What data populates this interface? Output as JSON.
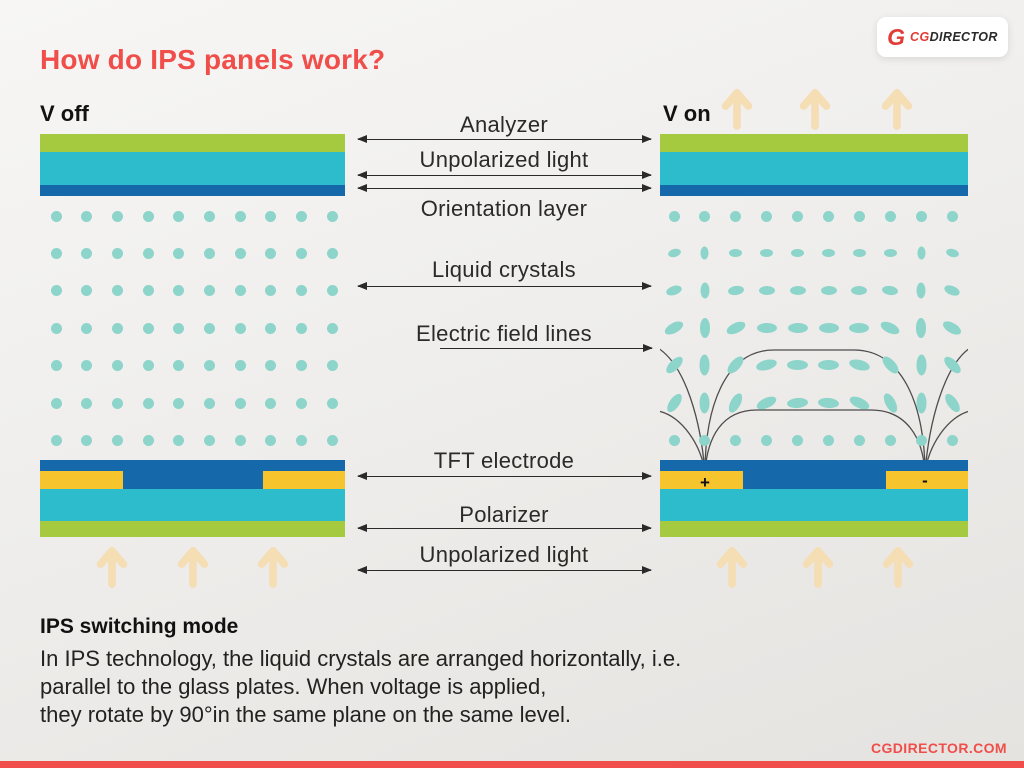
{
  "title": "How do IPS panels work?",
  "logo": {
    "icon": "G",
    "cg": "CG",
    "director": "DIRECTOR"
  },
  "panels": {
    "left": {
      "label": "V off"
    },
    "right": {
      "label": "V on",
      "electrode_positive": "+",
      "electrode_negative": "-"
    }
  },
  "layer_labels": [
    {
      "text": "Analyzer",
      "arrow": "double"
    },
    {
      "text": "Unpolarized light",
      "arrow": "double"
    },
    {
      "text": "Orientation layer",
      "arrow": "double"
    },
    {
      "text": "Liquid crystals",
      "arrow": "double"
    },
    {
      "text": "Electric field lines",
      "arrow": "single-right"
    },
    {
      "text": "TFT electrode",
      "arrow": "double"
    },
    {
      "text": "Polarizer",
      "arrow": "double"
    },
    {
      "text": "Unpolarized light",
      "arrow": "double"
    }
  ],
  "crystals": {
    "left_grid": {
      "rows": 7,
      "cols": 10,
      "shape": "circle",
      "diameter": 11
    },
    "right_grid_rows": [
      {
        "shape": "circle",
        "diameter": 11
      },
      {
        "shape": "ellipse",
        "w": 13,
        "h": 8,
        "angles": [
          -15,
          90,
          0,
          0,
          0,
          0,
          0,
          0,
          90,
          15
        ]
      },
      {
        "shape": "ellipse",
        "w": 16,
        "h": 9,
        "angles": [
          -18,
          90,
          -8,
          0,
          0,
          0,
          0,
          8,
          90,
          22
        ]
      },
      {
        "shape": "ellipse",
        "w": 20,
        "h": 10,
        "angles": [
          -28,
          90,
          -25,
          0,
          0,
          0,
          0,
          25,
          90,
          30
        ]
      },
      {
        "shape": "ellipse",
        "w": 21,
        "h": 10,
        "angles": [
          -45,
          90,
          -48,
          -15,
          0,
          0,
          15,
          48,
          90,
          45
        ]
      },
      {
        "shape": "ellipse",
        "w": 21,
        "h": 10,
        "angles": [
          -55,
          90,
          -62,
          -25,
          -5,
          5,
          25,
          62,
          90,
          55
        ]
      },
      {
        "shape": "circle",
        "diameter": 11
      }
    ]
  },
  "caption": {
    "heading": "IPS switching mode",
    "lines": [
      "In IPS technology, the liquid crystals are arranged horizontally, i.e.",
      "parallel to the glass plates. When voltage is applied,",
      "they rotate by 90°in the same plane on the same level."
    ]
  },
  "footer": {
    "site": "CGDIRECTOR.COM"
  },
  "colors": {
    "accent_red": "#ef4e4b",
    "glass_green": "#a5c93f",
    "glass_cyan": "#2cbccb",
    "glass_blue": "#1569aa",
    "electrode_yellow": "#f6c52d",
    "crystal_teal": "#8dd4ca",
    "light_arrow_cream": "#f5ddb4",
    "field_line_gray": "#4d4d4d"
  }
}
